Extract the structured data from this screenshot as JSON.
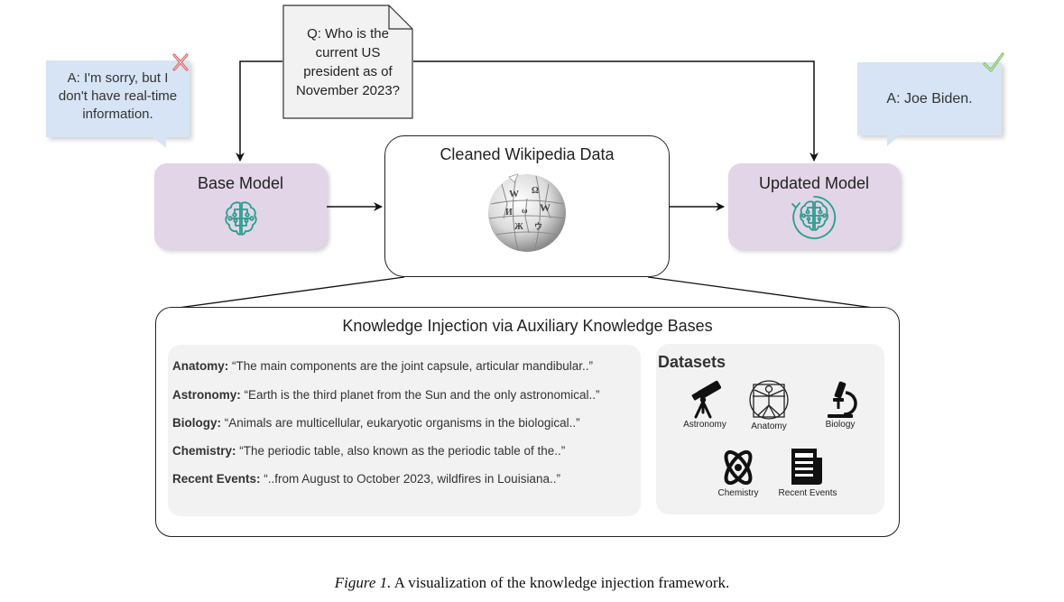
{
  "question": {
    "lines": [
      "Q: Who is the",
      "current US",
      "president as of",
      "November 2023?"
    ]
  },
  "base_answer": {
    "lines": [
      "A: I'm sorry, but I",
      "don't have real-time",
      "information."
    ],
    "mark": "cross-icon",
    "mark_color": "#e05a5a"
  },
  "updated_answer": {
    "text": "A: Joe Biden.",
    "mark": "check-icon",
    "mark_color": "#7bbf5e"
  },
  "base_model": {
    "label": "Base Model",
    "icon": "brain-circuit-icon"
  },
  "updated_model": {
    "label": "Updated Model",
    "icon": "brain-circuit-refresh-icon"
  },
  "center": {
    "label": "Cleaned Wikipedia Data",
    "icon": "wikipedia-globe-icon"
  },
  "knowledge_box": {
    "title": "Knowledge Injection via Auxiliary Knowledge Bases",
    "examples": [
      {
        "label": "Anatomy:",
        "text": " “The main components are the joint capsule, articular mandibular..”"
      },
      {
        "label": "Astronomy:",
        "text": " “Earth is the third planet from the Sun and the only astronomical..”"
      },
      {
        "label": "Biology:",
        "text": " “Animals are multicellular, eukaryotic organisms in the biological..”"
      },
      {
        "label": "Chemistry:",
        "text": " “The periodic table, also known as the periodic table of the..”"
      },
      {
        "label": "Recent Events:",
        "text": " “..from August to October 2023, wildfires in Louisiana..”"
      }
    ],
    "datasets_heading": "Datasets",
    "datasets": [
      {
        "name": "Astronomy",
        "icon": "telescope-icon"
      },
      {
        "name": "Anatomy",
        "icon": "vitruvian-man-icon"
      },
      {
        "name": "Biology",
        "icon": "microscope-icon"
      },
      {
        "name": "Chemistry",
        "icon": "atom-icon"
      },
      {
        "name": "Recent Events",
        "icon": "newspaper-icon"
      }
    ]
  },
  "caption": {
    "label": "Figure 1.",
    "text": " A visualization of the knowledge injection framework."
  },
  "colors": {
    "bubble": "#d6e4f5",
    "model_box": "#e1d5e7",
    "brain_icon": "#2a9d8f",
    "panel": "#f2f2f2"
  }
}
